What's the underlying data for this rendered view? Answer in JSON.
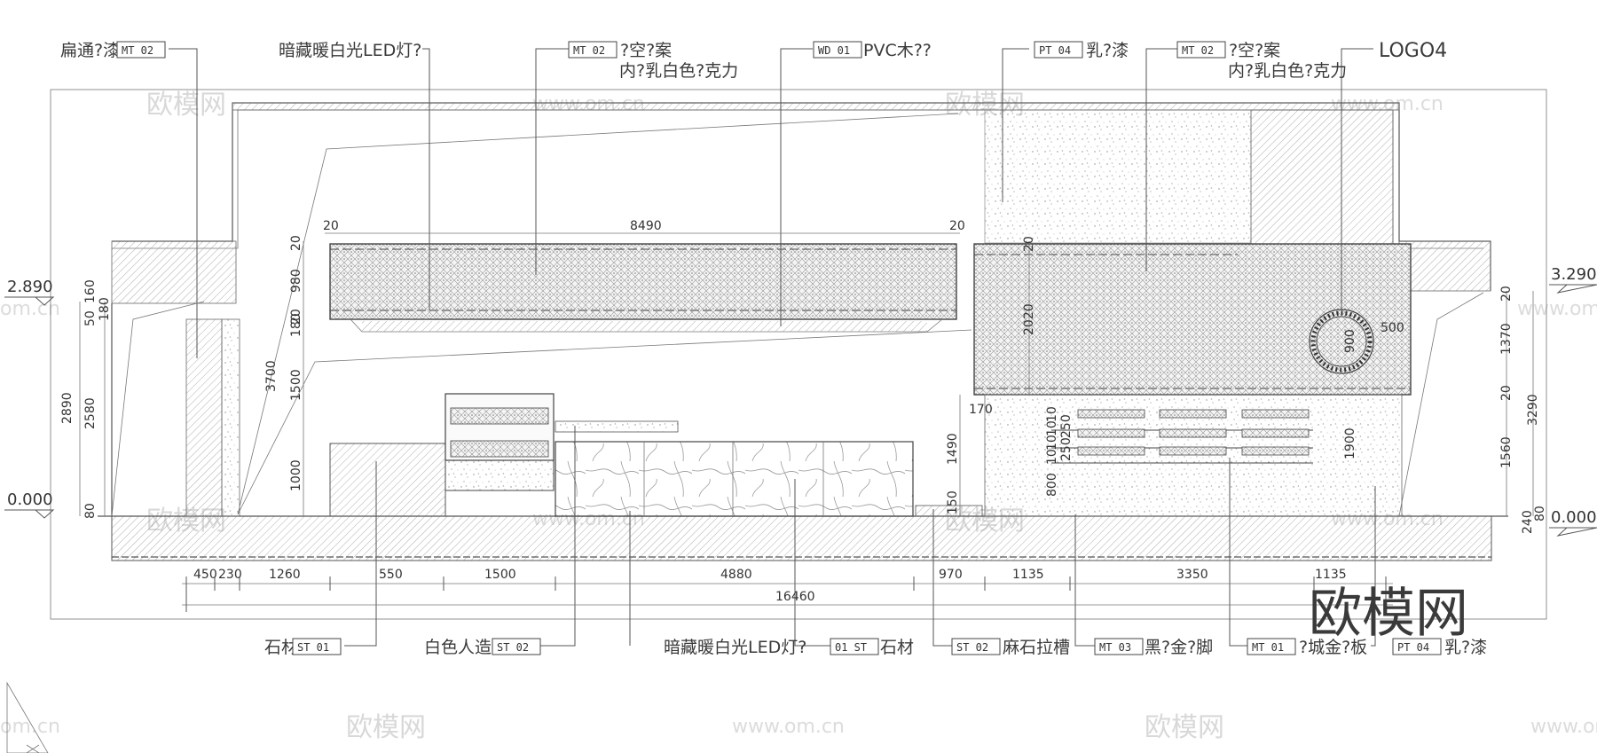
{
  "title": "",
  "callouts_top": [
    {
      "text": "扁通?漆",
      "tag": "MT  02"
    },
    {
      "text": "暗藏暖白光LED灯?",
      "tag": ""
    },
    {
      "text": "?空?案",
      "text2": "内?乳白色?克力",
      "tag": "MT  02"
    },
    {
      "text": "PVC木??",
      "tag": "WD  01"
    },
    {
      "text": "乳?漆",
      "tag": "PT  04"
    },
    {
      "text": "?空?案",
      "text2": "内?乳白色?克力",
      "tag": "MT  02"
    },
    {
      "text": "LOGO4",
      "tag": ""
    }
  ],
  "callouts_bottom": [
    {
      "text": "石材",
      "tag": "ST  01"
    },
    {
      "text": "白色人造石",
      "tag": "ST  02"
    },
    {
      "text": "暗藏暖白光LED灯?",
      "tag": "01  ST",
      "text2": "石材"
    },
    {
      "text": "麻石拉槽",
      "tag": "ST  02"
    },
    {
      "text": "黑?金?脚",
      "tag": "MT  03"
    },
    {
      "text": "?城金?板",
      "tag": "MT  01"
    },
    {
      "text": "乳?漆",
      "tag": "PT  04"
    }
  ],
  "levels": {
    "left_top": "2.890",
    "left_zero": "0.000",
    "right_top": "3.290",
    "right_zero": "0.000"
  },
  "dims_bottom": [
    "450",
    "230",
    "1260",
    "550",
    "1500",
    "4880",
    "970",
    "1135",
    "3350",
    "1135"
  ],
  "dim_total": "16460",
  "dims_top": {
    "span": "8490",
    "left_gap": "20",
    "right_gap": "20"
  },
  "dims_left": [
    "2890",
    "2580",
    "50",
    "160",
    "180",
    "80"
  ],
  "dims_left2": [
    "3700",
    "20",
    "980",
    "20",
    "180",
    "1500",
    "1000"
  ],
  "dims_mid": [
    "2020",
    "20",
    "170",
    "1490",
    "150",
    "800",
    "10",
    "10",
    "10",
    "10",
    "250",
    "250"
  ],
  "dims_right": [
    "20",
    "1370",
    "20",
    "1560",
    "80",
    "240",
    "3290"
  ],
  "dims_logo": [
    "900",
    "500",
    "1900"
  ],
  "brand_watermark": "欧模网",
  "watermark_text": "欧模网",
  "watermark_url": "www.om.cn",
  "watermark_url_short": "om.cn",
  "colors": {
    "line": "#555555",
    "hatch": "#888888",
    "watermark": "#d8d8d8",
    "brand": "#3a3a3a"
  }
}
